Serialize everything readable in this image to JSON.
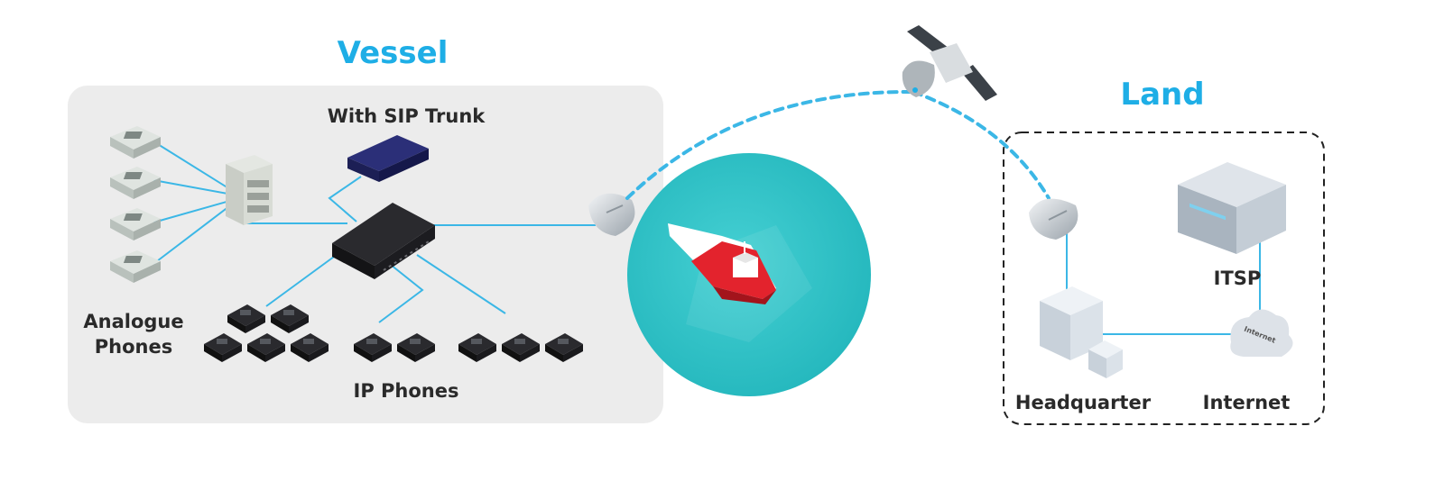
{
  "vessel": {
    "title": "Vessel",
    "sip_trunk_label": "With SIP Trunk",
    "analogue_phones_label_line1": "Analogue",
    "analogue_phones_label_line2": "Phones",
    "ip_phones_label": "IP Phones"
  },
  "land": {
    "title": "Land",
    "itsp_label": "ITSP",
    "headquarter_label": "Headquarter",
    "internet_label": "Internet",
    "cloud_text": "Internet"
  },
  "colors": {
    "accent": "#1eaee6",
    "sea": "#2fc4c8",
    "ship": "#e3232d",
    "vessel_panel": "#ececec"
  }
}
